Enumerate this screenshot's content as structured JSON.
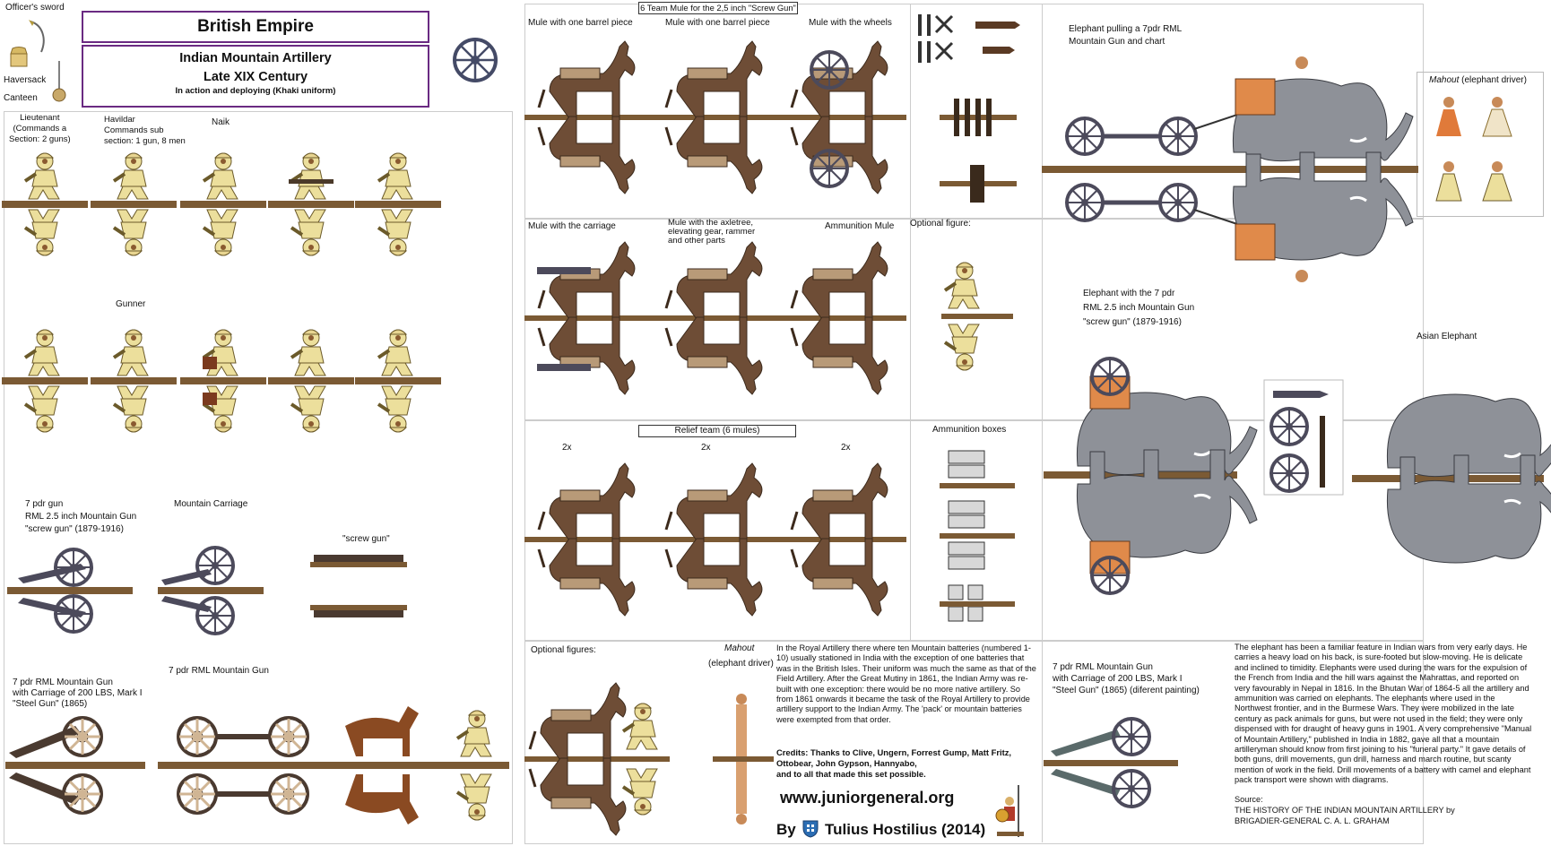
{
  "header": {
    "title": "British Empire",
    "subtitle_1": "Indian Mountain Artillery",
    "subtitle_2": "Late XIX Century",
    "subtitle_3": "In action and deploying (Khaki uniform)"
  },
  "equipment": {
    "officers_sword": "Officer's sword",
    "haversack": "Haversack",
    "canteen": "Canteen"
  },
  "left": {
    "lieutenant": "Lieutenant\n(Commands a\nSection: 2 guns)",
    "havildar": "Havildar\nCommands sub\nsection: 1 gun, 8 men",
    "naik": "Naik",
    "gunner": "Gunner",
    "gun_7pdr": "7 pdr gun\nRML 2.5 inch Mountain Gun\n\"screw gun\" (1879-1916)",
    "mountain_carriage": "Mountain Carriage",
    "screw_gun": "\"screw gun\"",
    "steel_gun": "7 pdr RML Mountain Gun\nwith Carriage of 200 LBS, Mark I\n\"Steel Gun\" (1865)",
    "rml_gun": "7 pdr RML Mountain Gun"
  },
  "middle": {
    "team_title": "6 Team Mule for the 2,5 inch \"Screw Gun\"",
    "mule_barrel_1": "Mule with one barrel piece",
    "mule_barrel_2": "Mule with one barrel piece",
    "mule_wheels": "Mule with the wheels",
    "mule_carriage": "Mule with the carriage",
    "mule_axletree": "Mule with the axletree,\nelevating gear, rammer\nand other parts",
    "ammo_mule": "Ammunition Mule",
    "optional_figure": "Optional figure:",
    "relief_team": "Relief team (6 mules)",
    "x2": "2x",
    "ammo_boxes": "Ammunition boxes",
    "optional_figures": "Optional figures:",
    "mahout": "Mahout",
    "elephant_driver": "(elephant driver)"
  },
  "history": "In the Royal Artillery there where ten Mountain batteries (numbered 1-10) usually stationed in India with the exception of one batteries that was in the British Isles. Their uniform was much the same as that of the Field Artillery. After the Great Mutiny in 1861, the Indian Army was re-built with one exception: there would be no more native artillery. So from 1861 onwards it became the task of the Royal Artillery to provide artillery support to the Indian Army. The 'pack' or mountain batteries were exempted from that order.",
  "credits": {
    "text": "Credits: Thanks to Clive, Ungern, Forrest Gump, Matt Fritz, Ottobear, John Gypson, Hannyabo,\nand to all that made this set possible.",
    "url": "www.juniorgeneral.org",
    "by": "By",
    "author": "Tulius Hostilius (2014)"
  },
  "right": {
    "elephant_pulling": "Elephant pulling a 7pdr RML\nMountain Gun and chart",
    "mahout_label": "Mahout",
    "mahout_suffix": " (elephant driver)",
    "elephant_7pdr": "Elephant with the 7 pdr\nRML 2.5 inch Mountain Gun\n\"screw gun\" (1879-1916)",
    "asian_elephant": "Asian Elephant",
    "steel_gun_diff": "7 pdr RML Mountain Gun\nwith Carriage of 200 LBS, Mark I\n\"Steel Gun\" (1865) (diferent painting)"
  },
  "elephant_text": "The elephant has been a familiar feature in Indian wars from very early days. He carries a heavy load on his back, is sure-footed but slow-moving. He is delicate and inclined to timidity. Elephants were used during the wars for the expulsion of the French from India and the hill wars against the Mahrattas, and reported on very favourably in Nepal in 1816. In the Bhutan War of 1864-5 all the artillery and ammunition was carried on elephants. The elephants where used in the Northwest frontier, and in the Burmese Wars. They were mobilized in the late century as pack animals for guns, but were not used in the field; they were only dispensed with for draught of heavy guns in 1901. A very comprehensive \"Manual of Mountain Artillery,\" published in India in 1882, gave all that a mountain artilleryman should know from first joining to his \"funeral party.\" It gave details of both guns, drill movements, gun drill, harness and march routine, but scanty mention of work in the field. Drill movements of a battery with camel and elephant pack transport were shown with diagrams.",
  "source": {
    "label": "Source:",
    "line1": "THE HISTORY OF THE INDIAN MOUNTAIN ARTILLERY by",
    "line2": "BRIGADIER-GENERAL C. A. L. GRAHAM"
  },
  "colors": {
    "khaki": "#ecdf9c",
    "base": "#7b5a34",
    "mule": "#6e4d36",
    "elephant": "#8e9198",
    "gun_dark": "#4c4a5b",
    "purple": "#6a2a82"
  },
  "icons": [
    "sword-icon",
    "haversack-icon",
    "canteen-icon",
    "wheel-icon",
    "shield-icon"
  ]
}
